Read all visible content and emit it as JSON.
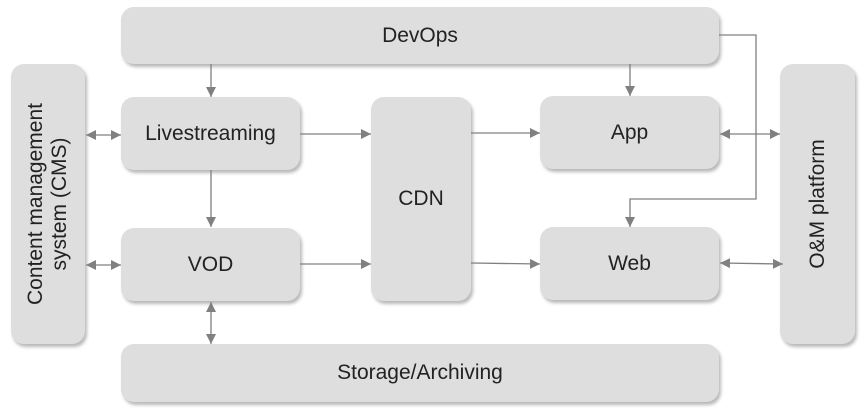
{
  "nodes": {
    "devops": "DevOps",
    "cms_line1": "Content management",
    "cms_line2": "system (CMS)",
    "livestreaming": "Livestreaming",
    "vod": "VOD",
    "cdn": "CDN",
    "app": "App",
    "web": "Web",
    "om_platform": "O&M platform",
    "storage": "Storage/Archiving"
  },
  "colors": {
    "box_fill": "#dedede",
    "connector": "#808080",
    "text": "#222222"
  },
  "edges": [
    {
      "from": "DevOps",
      "to": "Livestreaming",
      "type": "one-way"
    },
    {
      "from": "DevOps",
      "to": "App",
      "type": "one-way"
    },
    {
      "from": "DevOps",
      "to": "Web",
      "type": "one-way"
    },
    {
      "from": "CMS",
      "to": "Livestreaming",
      "type": "two-way"
    },
    {
      "from": "CMS",
      "to": "VOD",
      "type": "two-way"
    },
    {
      "from": "Livestreaming",
      "to": "VOD",
      "type": "one-way"
    },
    {
      "from": "Livestreaming",
      "to": "CDN",
      "type": "one-way"
    },
    {
      "from": "VOD",
      "to": "CDN",
      "type": "one-way"
    },
    {
      "from": "CDN",
      "to": "App",
      "type": "one-way"
    },
    {
      "from": "CDN",
      "to": "Web",
      "type": "one-way"
    },
    {
      "from": "App",
      "to": "O&M platform",
      "type": "two-way"
    },
    {
      "from": "Web",
      "to": "O&M platform",
      "type": "two-way"
    },
    {
      "from": "VOD",
      "to": "Storage/Archiving",
      "type": "two-way"
    }
  ]
}
